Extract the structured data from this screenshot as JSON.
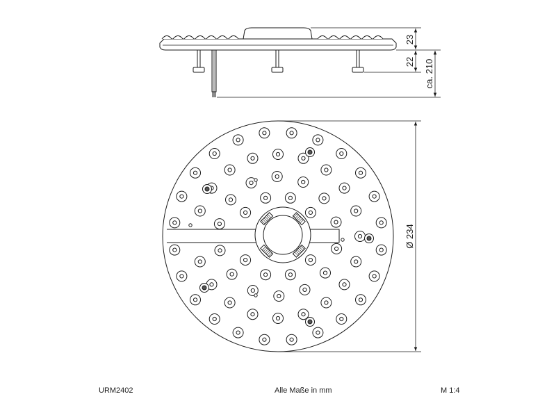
{
  "drawing": {
    "dimensions": {
      "board_height": "23",
      "pin_length": "22",
      "cable_length": "ca. 210",
      "diameter": "Ø 234"
    }
  },
  "footer": {
    "model": "URM2402",
    "note": "Alle Maße in mm",
    "scale": "M 1:4"
  }
}
